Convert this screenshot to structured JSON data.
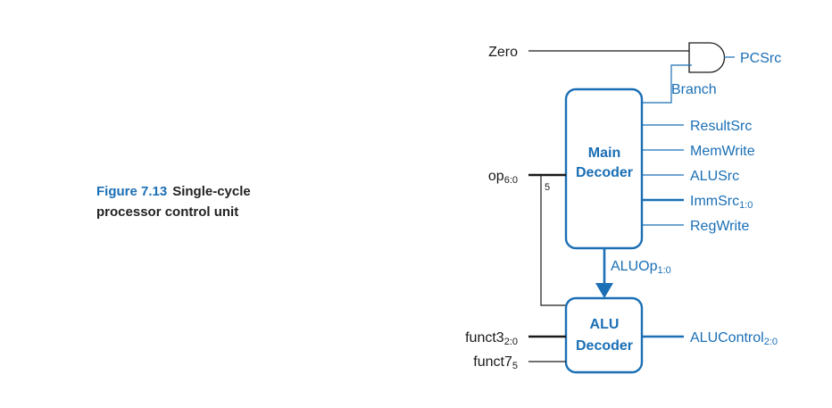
{
  "caption": {
    "figure_label": "Figure 7.13",
    "text_line1": "Single-cycle",
    "text_line2": "processor control unit"
  },
  "colors": {
    "accent": "#1a6fb5",
    "wire": "#1a1a1a",
    "caption_text": "#222222"
  },
  "inputs": {
    "zero": "Zero",
    "op": "op",
    "op_sub": "6:0",
    "op_bus_width": "5",
    "funct3": "funct3",
    "funct3_sub": "2:0",
    "funct7": "funct7",
    "funct7_sub": "5"
  },
  "main_decoder": {
    "line1": "Main",
    "line2": "Decoder",
    "outputs": {
      "branch": "Branch",
      "result_src": "ResultSrc",
      "mem_write": "MemWrite",
      "alu_src": "ALUSrc",
      "imm_src": "ImmSrc",
      "imm_src_sub": "1:0",
      "reg_write": "RegWrite"
    }
  },
  "alu_op": {
    "label": "ALUOp",
    "sub": "1:0"
  },
  "alu_decoder": {
    "line1": "ALU",
    "line2": "Decoder",
    "output": "ALUControl",
    "output_sub": "2:0"
  },
  "and_gate": {
    "output": "PCSrc",
    "icon": "and-gate-icon"
  }
}
